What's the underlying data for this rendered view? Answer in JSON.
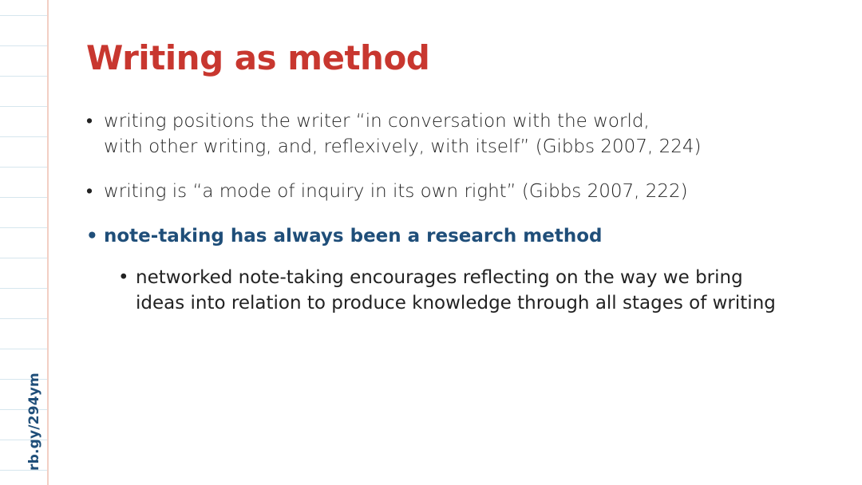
{
  "slide": {
    "title": "Writing as method",
    "side_url": "rb.gy/294ym",
    "colors": {
      "title": "#c8372f",
      "emphasis": "#1f4e79",
      "body": "#222222",
      "rule_lines": "#d6e6ee",
      "margin_line": "#f2cfc4"
    },
    "bullets": [
      {
        "lines": [
          "writing positions the writer “in conversation with the world,",
          "with other writing, and, reflexively, with itself” (Gibbs 2007, 224)"
        ]
      },
      {
        "lines": [
          "writing is “a mode of inquiry in its own right” (Gibbs 2007, 222)"
        ]
      },
      {
        "lines": [
          "note-taking has always been a research method"
        ]
      }
    ],
    "sub_bullets": [
      {
        "lines": [
          "networked note-taking encourages reflecting on the way we bring",
          "ideas into relation to produce knowledge through all stages of writing"
        ]
      }
    ]
  }
}
